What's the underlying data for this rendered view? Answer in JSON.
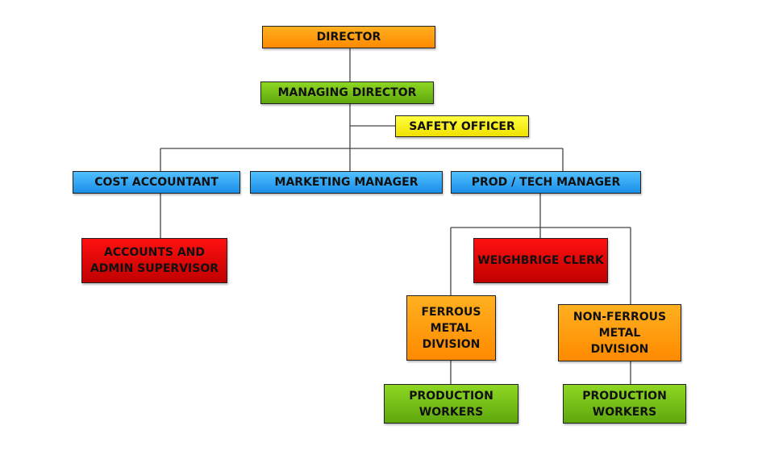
{
  "nodes": {
    "director": "DIRECTOR",
    "managing_director": "MANAGING DIRECTOR",
    "safety_officer": "SAFETY OFFICER",
    "cost_accountant": "COST ACCOUNTANT",
    "marketing_manager": "MARKETING MANAGER",
    "prod_tech_manager": "PROD / TECH MANAGER",
    "accounts_admin_supervisor": "ACCOUNTS AND ADMIN SUPERVISOR",
    "weighbrige_clerk": "WEIGHBRIGE CLERK",
    "ferrous_metal_division": "FERROUS METAL DIVISION",
    "non_ferrous_metal_division": "NON-FERROUS METAL DIVISION",
    "production_workers_ferrous": "PRODUCTION WORKERS",
    "production_workers_non_ferrous": "PRODUCTION WORKERS"
  },
  "colors": {
    "orange": "#ff9a10",
    "green": "#70bc14",
    "yellow": "#ffff20",
    "blue": "#2fa6f5",
    "red": "#e00000"
  }
}
